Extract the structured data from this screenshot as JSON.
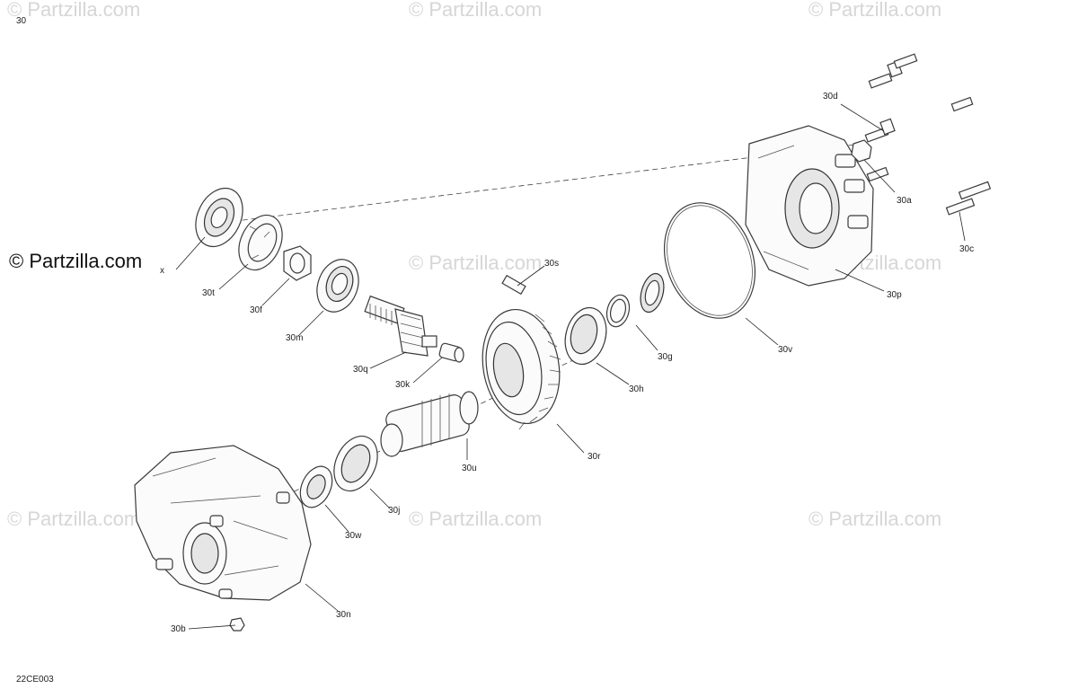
{
  "page_number": "30",
  "figure_code": "22CE003",
  "copyright_text": "© Partzilla.com",
  "watermark_text": "© Partzilla.com",
  "labels": {
    "p30a": "30a",
    "p30b": "30b",
    "p30c": "30c",
    "p30d": "30d",
    "p30f": "30f",
    "p30g": "30g",
    "p30h": "30h",
    "p30j": "30j",
    "p30k": "30k",
    "p30m": "30m",
    "p30n": "30n",
    "p30p": "30p",
    "p30q": "30q",
    "p30r": "30r",
    "p30s": "30s",
    "p30t": "30t",
    "p30u": "30u",
    "p30v": "30v",
    "p30w": "30w",
    "p30x": "x"
  },
  "colors": {
    "line": "#3a3a3a",
    "watermark": "#d6d6d6"
  }
}
